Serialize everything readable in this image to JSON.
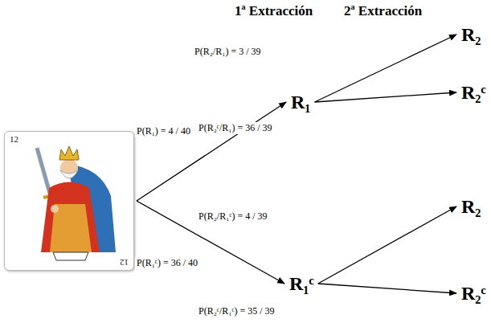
{
  "diagram": {
    "nodes": [
      {
        "text": [
          "12",
          "12"
        ]
      },
      {
        "text": [
          "R₁"
        ]
      },
      {
        "text": [
          "R₁ᶜ"
        ]
      },
      {
        "text": [
          "R₂"
        ]
      },
      {
        "text": [
          "R₂ᶜ"
        ]
      },
      {
        "text": [
          "R₂"
        ]
      },
      {
        "text": [
          "R₂ᶜ"
        ]
      }
    ],
    "edges": [
      {
        "from": 0,
        "to": 1,
        "arrow": "to",
        "label": "P(R₁) = 4 / 40"
      },
      {
        "from": 0,
        "to": 2,
        "arrow": "to",
        "label": "P(R₁ᶜ) = 36 / 40"
      },
      {
        "from": 1,
        "to": 3,
        "arrow": "to",
        "label": "P(R₂/R₁) = 3 / 39"
      },
      {
        "from": 1,
        "to": 4,
        "arrow": "to",
        "label": "P(R₂ᶜ/R₁) = 36 / 39"
      },
      {
        "from": 2,
        "to": 5,
        "arrow": "to",
        "label": "P(R₂/R₁ᶜ) = 4 / 39"
      },
      {
        "from": 2,
        "to": 6,
        "arrow": "to",
        "label": "P(R₂ᶜ/R₁ᶜ) = 35 / 39"
      }
    ],
    "labels": [
      "1ª Extracción",
      "2ª Extracción"
    ]
  }
}
